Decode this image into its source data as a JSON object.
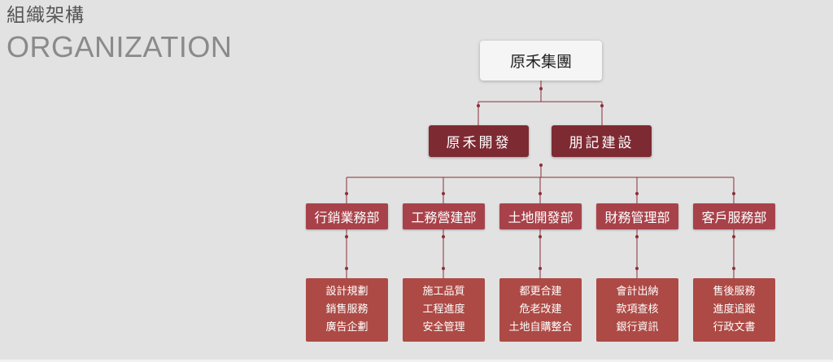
{
  "header": {
    "title_cn": "組織架構",
    "title_en": "ORGANIZATION"
  },
  "org": {
    "root": "原禾集團",
    "companies": [
      "原禾開發",
      "朋記建設"
    ],
    "departments": [
      {
        "name": "行銷業務部",
        "duties": [
          "設計規劃",
          "銷售服務",
          "廣告企劃"
        ]
      },
      {
        "name": "工務營建部",
        "duties": [
          "施工品質",
          "工程進度",
          "安全管理"
        ]
      },
      {
        "name": "土地開發部",
        "duties": [
          "都更合建",
          "危老改建",
          "土地自購整合"
        ]
      },
      {
        "name": "財務管理部",
        "duties": [
          "會計出納",
          "款項查核",
          "銀行資訊"
        ]
      },
      {
        "name": "客戶服務部",
        "duties": [
          "售後服務",
          "進度追蹤",
          "行政文書"
        ]
      }
    ]
  },
  "colors": {
    "background": "#e2e2e2",
    "connector": "#8a2f38",
    "company": "#7e2a33",
    "department": "#a8424a",
    "duty": "#ad4a45"
  }
}
